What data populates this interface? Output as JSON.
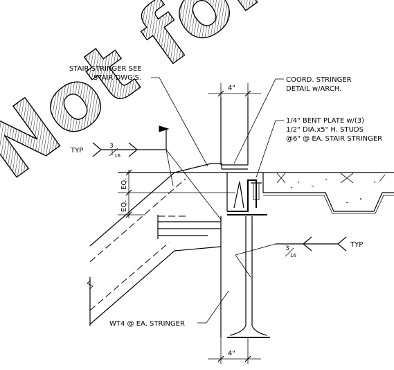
{
  "watermark": {
    "text": "Not for Plan"
  },
  "labels": {
    "stair_stringer_line1": "STAIR STRINGER SEE",
    "stair_stringer_line2": "STAIR DWG'S.",
    "coord_line1": "COORD. STRINGER",
    "coord_line2": "DETAIL w/ARCH.",
    "bent_plate_line1": "1/4\" BENT PLATE w/(3)",
    "bent_plate_line2": "1/2\" DIA.x5\" H. STUDS",
    "bent_plate_line3": "@6\" @ EA. STAIR STRINGER",
    "wt4": "WT4 @ EA. STRINGER",
    "typ_left": "TYP",
    "typ_right": "TYP",
    "weld_left_num": "3",
    "weld_left_den": "16",
    "weld_right_num": "3",
    "weld_right_den": "16",
    "eq_upper": "EQ.",
    "eq_lower": "EQ.",
    "dim_top": "4\"",
    "dim_bottom": "4\""
  }
}
